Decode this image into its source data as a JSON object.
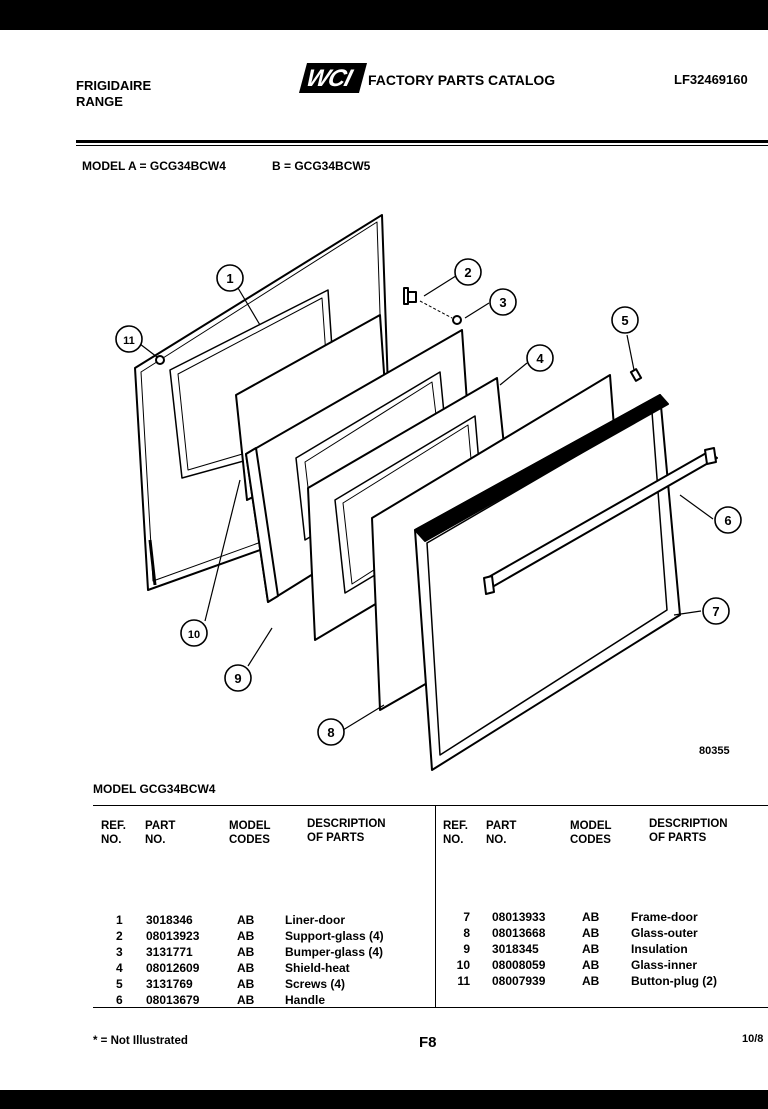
{
  "header": {
    "brand_line1": "FRIGIDAIRE",
    "brand_line2": "RANGE",
    "logo_text": "WCI",
    "catalog_title": "FACTORY PARTS CATALOG",
    "catalog_number": "LF32469160"
  },
  "models": {
    "model_a": "MODEL A = GCG34BCW4",
    "model_b": "B = GCG34BCW5"
  },
  "diagram": {
    "callouts": [
      "1",
      "2",
      "3",
      "4",
      "5",
      "6",
      "7",
      "8",
      "9",
      "10",
      "11"
    ],
    "figure_code": "80355"
  },
  "parts_table": {
    "model_title": "MODEL GCG34BCW4",
    "headers": {
      "ref_1": "REF.",
      "ref_2": "NO.",
      "part_1": "PART",
      "part_2": "NO.",
      "model_1": "MODEL",
      "model_2": "CODES",
      "desc_1": "DESCRIPTION",
      "desc_2": "OF PARTS"
    },
    "left_rows": [
      {
        "ref": "1",
        "part": "3018346",
        "codes": "AB",
        "desc": "Liner-door"
      },
      {
        "ref": "2",
        "part": "08013923",
        "codes": "AB",
        "desc": "Support-glass (4)"
      },
      {
        "ref": "3",
        "part": "3131771",
        "codes": "AB",
        "desc": "Bumper-glass (4)"
      },
      {
        "ref": "4",
        "part": "08012609",
        "codes": "AB",
        "desc": "Shield-heat"
      },
      {
        "ref": "5",
        "part": "3131769",
        "codes": "AB",
        "desc": "Screws (4)"
      },
      {
        "ref": "6",
        "part": "08013679",
        "codes": "AB",
        "desc": "Handle"
      }
    ],
    "right_rows": [
      {
        "ref": "7",
        "part": "08013933",
        "codes": "AB",
        "desc": "Frame-door"
      },
      {
        "ref": "8",
        "part": "08013668",
        "codes": "AB",
        "desc": "Glass-outer"
      },
      {
        "ref": "9",
        "part": "3018345",
        "codes": "AB",
        "desc": "Insulation"
      },
      {
        "ref": "10",
        "part": "08008059",
        "codes": "AB",
        "desc": "Glass-inner"
      },
      {
        "ref": "11",
        "part": "08007939",
        "codes": "AB",
        "desc": "Button-plug (2)"
      }
    ]
  },
  "footer": {
    "note": "* = Not Illustrated",
    "page": "F8",
    "date": "10/8"
  }
}
